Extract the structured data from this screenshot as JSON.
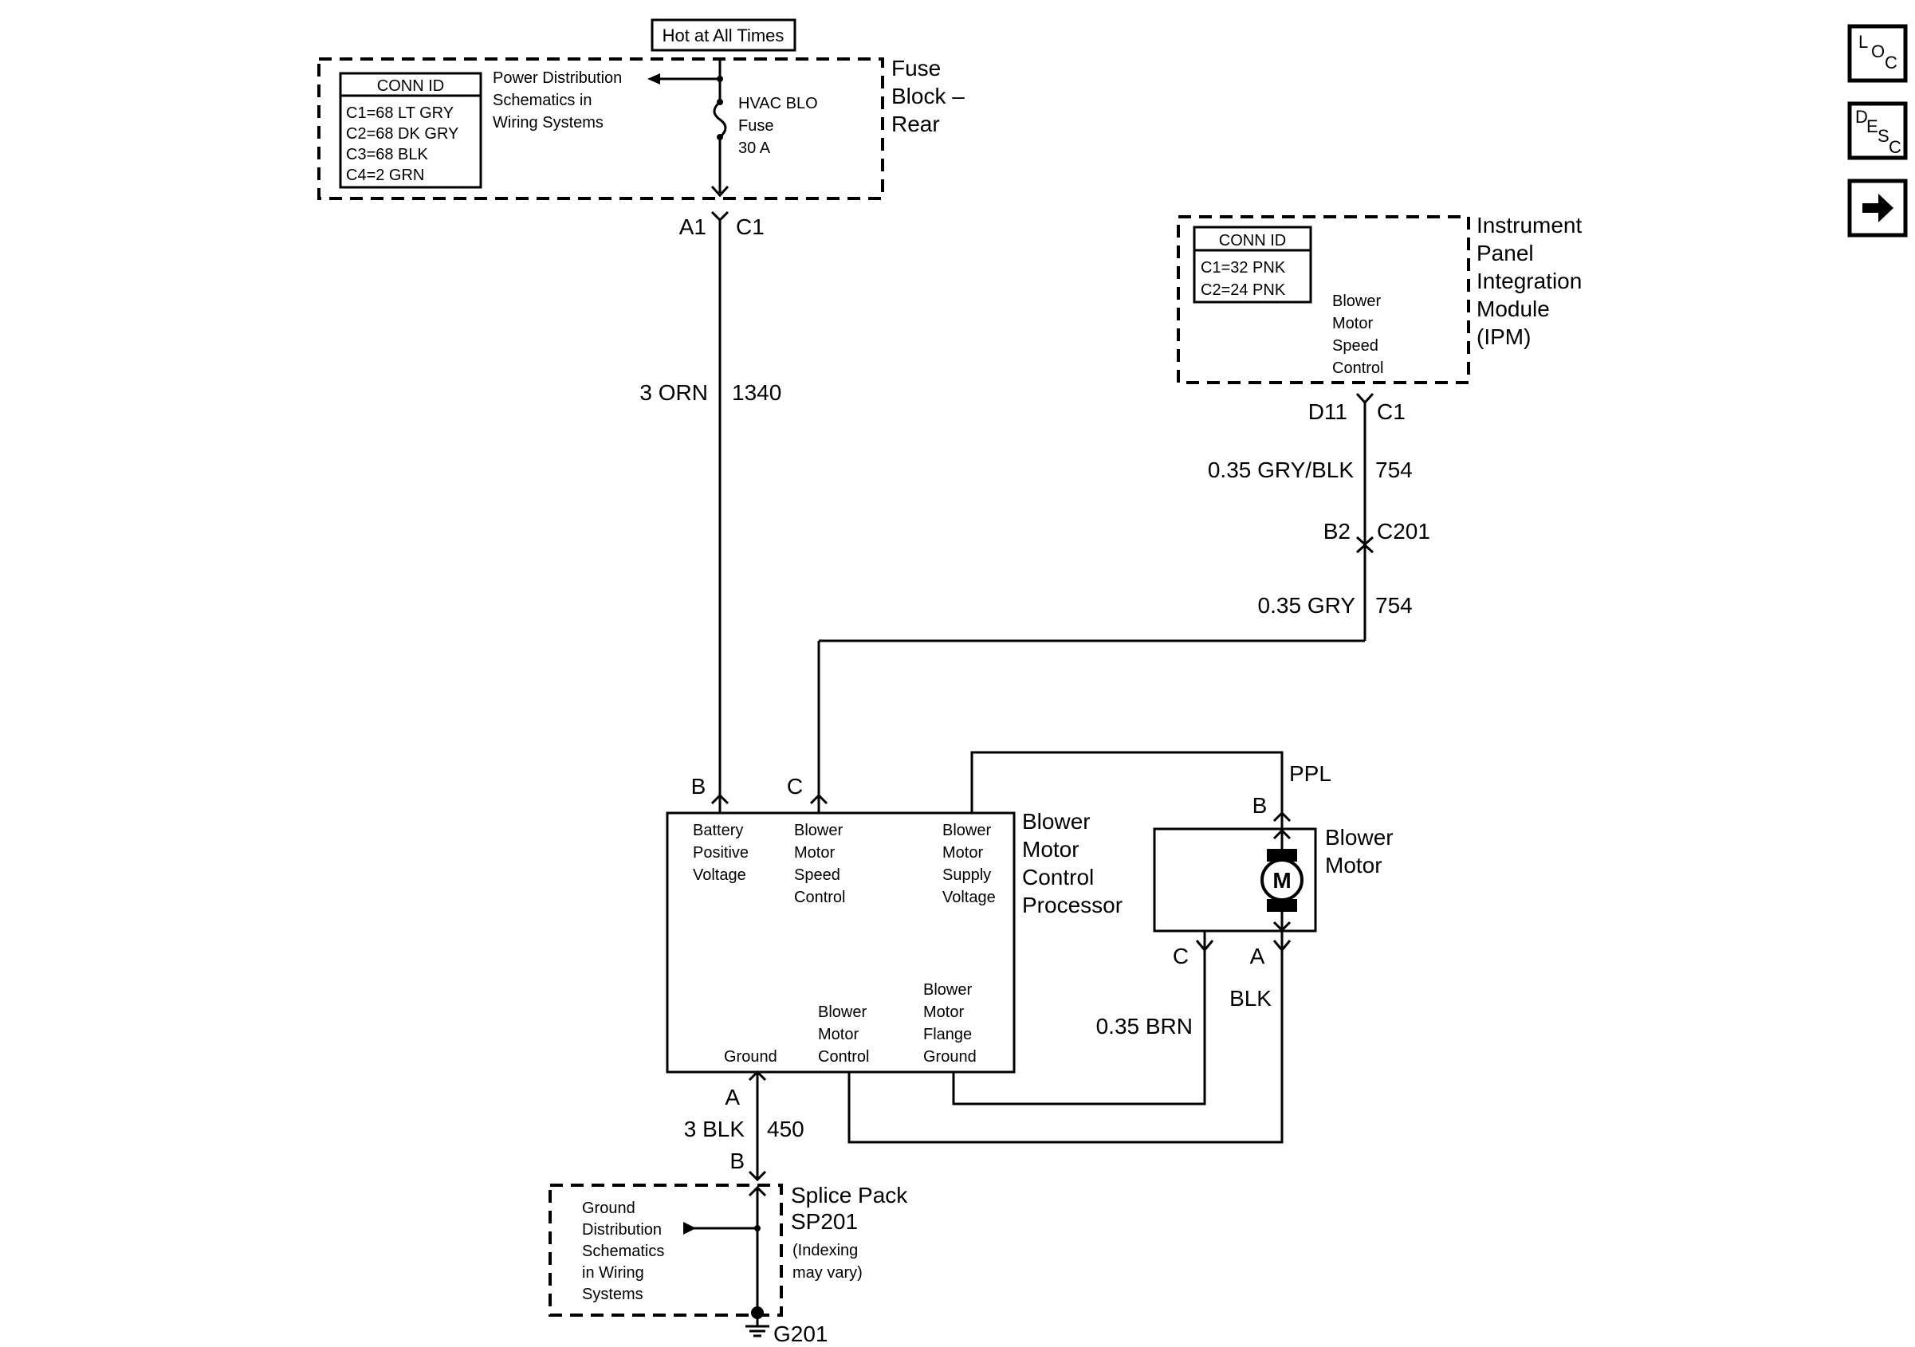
{
  "hot_label": "Hot at All Times",
  "fuse_block": {
    "conn_id_title": "CONN ID",
    "conn_ids": [
      "C1=68 LT GRY",
      "C2=68 DK GRY",
      "C3=68 BLK",
      "C4=2 GRN"
    ],
    "power_dist": [
      "Power Distribution",
      "Schematics in",
      "Wiring Systems"
    ],
    "fuse": [
      "HVAC BLO",
      "Fuse",
      "30 A"
    ],
    "title": [
      "Fuse",
      "Block –",
      "Rear"
    ],
    "pin": "A1",
    "connector": "C1"
  },
  "wire_orn": {
    "gauge_color": "3 ORN",
    "circuit": "1340"
  },
  "ipm": {
    "conn_id_title": "CONN ID",
    "conn_ids": [
      "C1=32 PNK",
      "C2=24 PNK"
    ],
    "function": [
      "Blower",
      "Motor",
      "Speed",
      "Control"
    ],
    "title": [
      "Instrument",
      "Panel",
      "Integration",
      "Module",
      "(IPM)"
    ],
    "pin": "D11",
    "connector": "C1"
  },
  "wire_gry_blk": {
    "gauge_color": "0.35 GRY/BLK",
    "circuit": "754"
  },
  "inline_conn": {
    "pin": "B2",
    "connector": "C201"
  },
  "wire_gry": {
    "gauge_color": "0.35 GRY",
    "circuit": "754"
  },
  "processor": {
    "pin_b": "B",
    "pin_c": "C",
    "labels": {
      "battery": [
        "Battery",
        "Positive",
        "Voltage"
      ],
      "speed": [
        "Blower",
        "Motor",
        "Speed",
        "Control"
      ],
      "supply": [
        "Blower",
        "Motor",
        "Supply",
        "Voltage"
      ],
      "ground": [
        "Ground"
      ],
      "control": [
        "Blower",
        "Motor",
        "Control"
      ],
      "flange": [
        "Blower",
        "Motor",
        "Flange",
        "Ground"
      ]
    },
    "title": [
      "Blower",
      "Motor",
      "Control",
      "Processor"
    ]
  },
  "motor": {
    "symbol": "M",
    "title": [
      "Blower",
      "Motor"
    ],
    "pin_b": "B",
    "pin_c": "C",
    "pin_a": "A",
    "wire_ppl": "PPL",
    "wire_brn": "0.35 BRN",
    "wire_blk": "BLK"
  },
  "ground_wire": {
    "pin_a": "A",
    "pin_b": "B",
    "gauge_color": "3 BLK",
    "circuit": "450"
  },
  "splice": {
    "ground_dist": [
      "Ground",
      "Distribution",
      "Schematics",
      "in Wiring",
      "Systems"
    ],
    "title": [
      "Splice Pack",
      "SP201"
    ],
    "note": [
      "(Indexing",
      "may vary)"
    ],
    "ground_id": "G201"
  },
  "nav": {
    "loc": [
      "L",
      "O",
      "C"
    ],
    "desc": [
      "D",
      "E",
      "S",
      "C"
    ],
    "next_icon": "right-arrow-icon"
  }
}
